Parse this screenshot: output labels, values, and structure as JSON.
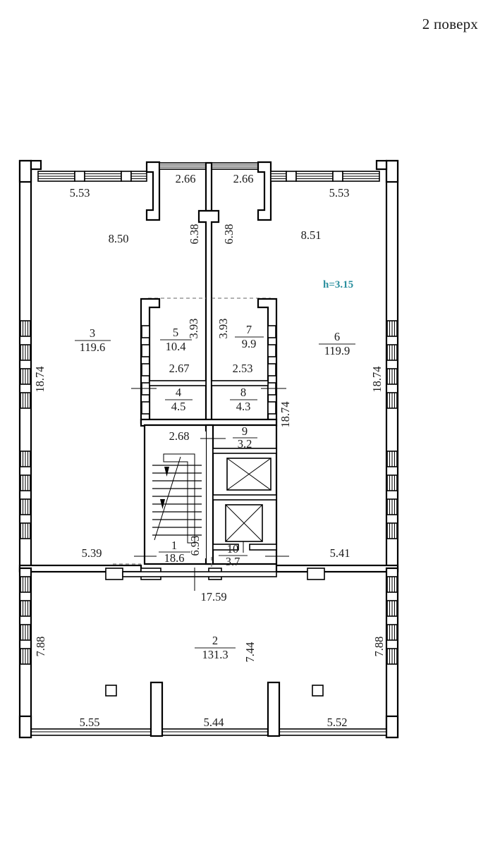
{
  "page": {
    "title": "2 поверх",
    "drawing_type": "floor-plan",
    "language": "uk"
  },
  "annotations": {
    "ceiling_height_label": "h=3.15",
    "ceiling_height_color": "#2a8f9e"
  },
  "rooms": [
    {
      "number": "1",
      "area": "18.6",
      "name": "stairwell"
    },
    {
      "number": "2",
      "area": "131.3",
      "name": "lower-hall"
    },
    {
      "number": "3",
      "area": "119.6",
      "name": "left-hall"
    },
    {
      "number": "4",
      "area": "4.5",
      "name": "left-small-room"
    },
    {
      "number": "5",
      "area": "10.4",
      "name": "left-room"
    },
    {
      "number": "6",
      "area": "119.9",
      "name": "right-hall"
    },
    {
      "number": "7",
      "area": "9.9",
      "name": "right-room"
    },
    {
      "number": "8",
      "area": "4.3",
      "name": "right-small-room"
    },
    {
      "number": "9",
      "area": "3.2",
      "name": "lift-lobby-upper"
    },
    {
      "number": "10",
      "area": "3.7",
      "name": "lift-lobby-lower"
    }
  ],
  "dimensions": {
    "top": [
      {
        "label": "5.53",
        "position": "top-left-window-run"
      },
      {
        "label": "2.66",
        "position": "top-center-left"
      },
      {
        "label": "2.66",
        "position": "top-center-right"
      },
      {
        "label": "5.53",
        "position": "top-right-window-run"
      }
    ],
    "upper_interior": [
      {
        "label": "8.50",
        "position": "upper-left-depth"
      },
      {
        "label": "8.51",
        "position": "upper-right-depth"
      },
      {
        "label": "6.38",
        "position": "center-left-vertical"
      },
      {
        "label": "6.38",
        "position": "center-right-vertical"
      }
    ],
    "core": [
      {
        "label": "3.93",
        "position": "room5-vertical"
      },
      {
        "label": "3.93",
        "position": "room7-vertical"
      },
      {
        "label": "2.67",
        "position": "room5-width"
      },
      {
        "label": "2.53",
        "position": "room7-width"
      },
      {
        "label": "2.68",
        "position": "stair-width"
      },
      {
        "label": "6.93",
        "position": "stair-vertical"
      }
    ],
    "sides": [
      {
        "label": "18.74",
        "position": "left-outer-vertical"
      },
      {
        "label": "18.74",
        "position": "right-outer-vertical"
      },
      {
        "label": "18.74",
        "position": "core-right-vertical"
      }
    ],
    "mid": [
      {
        "label": "5.39",
        "position": "mid-left-horizontal"
      },
      {
        "label": "17.59",
        "position": "mid-center-horizontal"
      },
      {
        "label": "5.41",
        "position": "mid-right-horizontal"
      }
    ],
    "lower": [
      {
        "label": "7.88",
        "position": "lower-left-vertical"
      },
      {
        "label": "7.44",
        "position": "lower-center-vertical"
      },
      {
        "label": "7.88",
        "position": "lower-right-vertical"
      },
      {
        "label": "5.55",
        "position": "bottom-left-horizontal"
      },
      {
        "label": "5.44",
        "position": "bottom-center-horizontal"
      },
      {
        "label": "5.52",
        "position": "bottom-right-horizontal"
      }
    ]
  },
  "features": {
    "elevators": 2,
    "stair_direction_arrows": 2,
    "columns": 2
  }
}
